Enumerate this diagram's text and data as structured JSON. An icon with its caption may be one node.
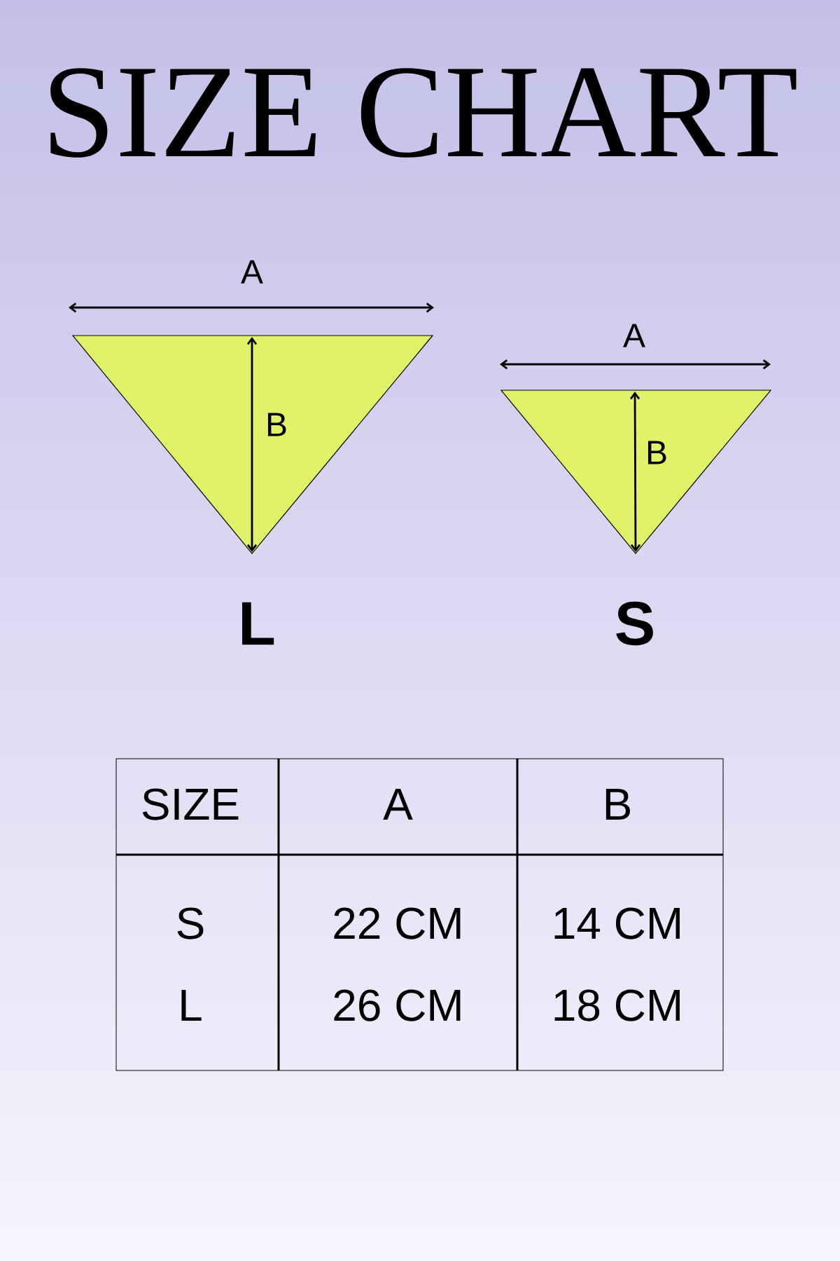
{
  "diagram": {
    "title": "SIZE CHART",
    "nodes": [
      {
        "text": [],
        "shape": "triangle",
        "beside": [
          "L"
        ]
      },
      {
        "text": [],
        "shape": "triangle",
        "beside": [
          "S"
        ]
      }
    ],
    "labels": [
      "A",
      "B",
      "A",
      "B",
      "SIZE",
      "A",
      "B",
      "S",
      "22 CM",
      "14 CM",
      "L",
      "26 CM",
      "18 CM"
    ]
  }
}
